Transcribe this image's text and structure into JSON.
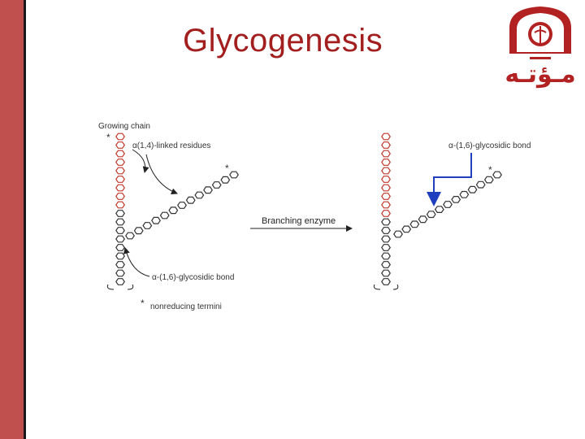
{
  "slide": {
    "title": "Glycogenesis"
  },
  "logo": {
    "text": "مـؤتـه",
    "color": "#b22222",
    "icon": "university-crest-icon"
  },
  "diagram": {
    "left": {
      "growing_chain": "Growing chain",
      "star": "*",
      "alpha14_label": "α(1,4)-linked residues",
      "alpha16_label": "α-(1,6)-glycosidic bond",
      "nonreducing_label": "nonreducing termini"
    },
    "arrow_label": "Branching enzyme",
    "right": {
      "bond_label": "α-(1,6)-glycosidic bond",
      "star": "*"
    }
  },
  "colors": {
    "sidebar": "#c0504d",
    "title": "#a31f1f",
    "red_residue": "#c0392b",
    "highlight_arrow": "#1f3fbf"
  }
}
